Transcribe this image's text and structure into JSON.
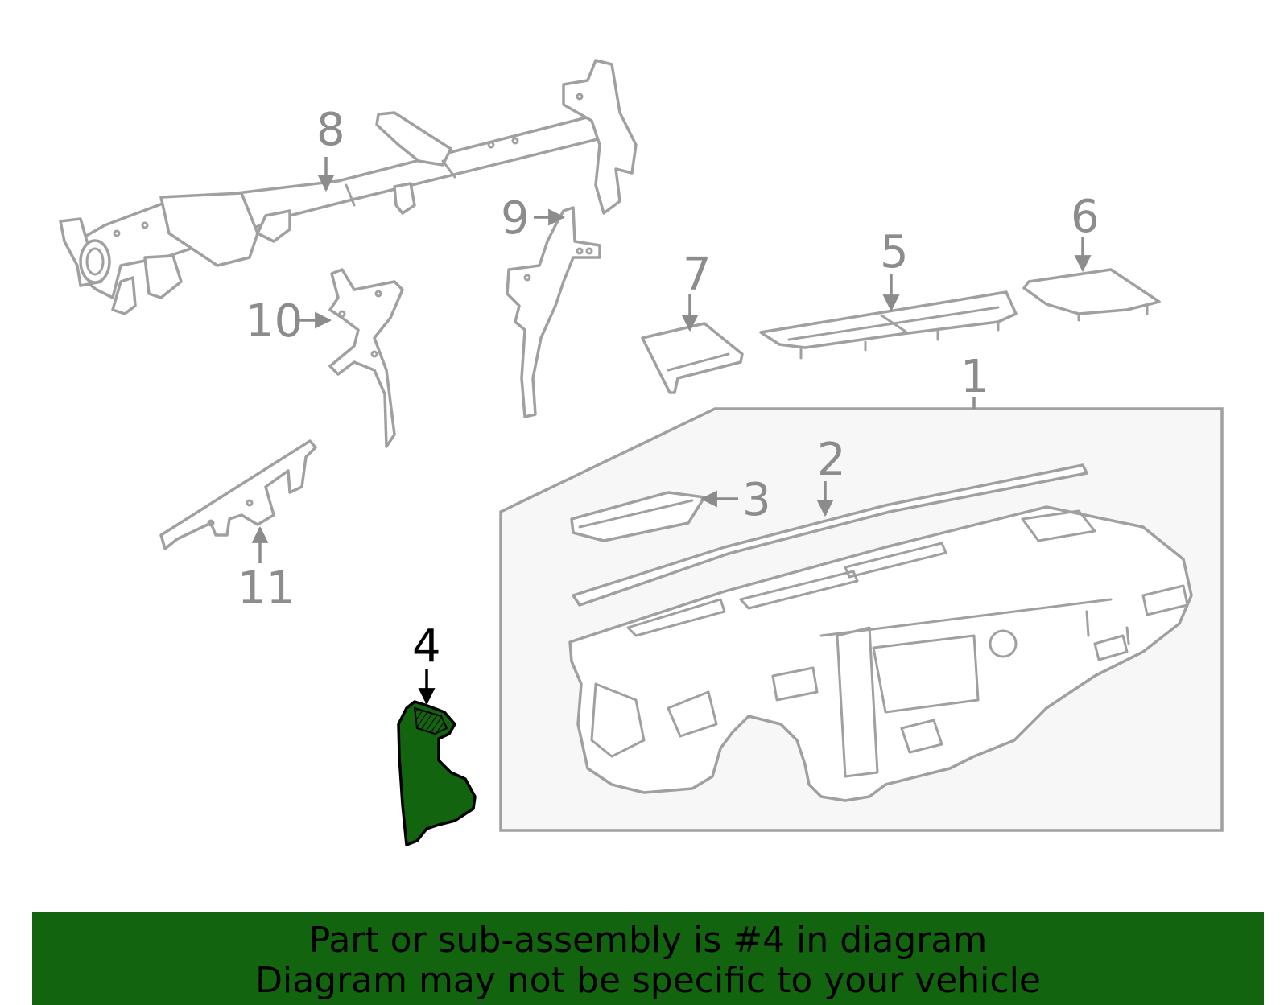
{
  "diagram": {
    "labels": {
      "p1": "1",
      "p2": "2",
      "p3": "3",
      "p4": "4",
      "p5": "5",
      "p6": "6",
      "p7": "7",
      "p8": "8",
      "p9": "9",
      "p10": "10",
      "p11": "11"
    },
    "highlighted_part": "4",
    "highlight_color": "#12640e",
    "line_color": "#a0a0a0",
    "label_color": "#8c8c8c"
  },
  "banner": {
    "line1": "Part or sub-assembly is #4 in diagram",
    "line2": "Diagram may not be specific to your vehicle",
    "background": "#12640e"
  }
}
